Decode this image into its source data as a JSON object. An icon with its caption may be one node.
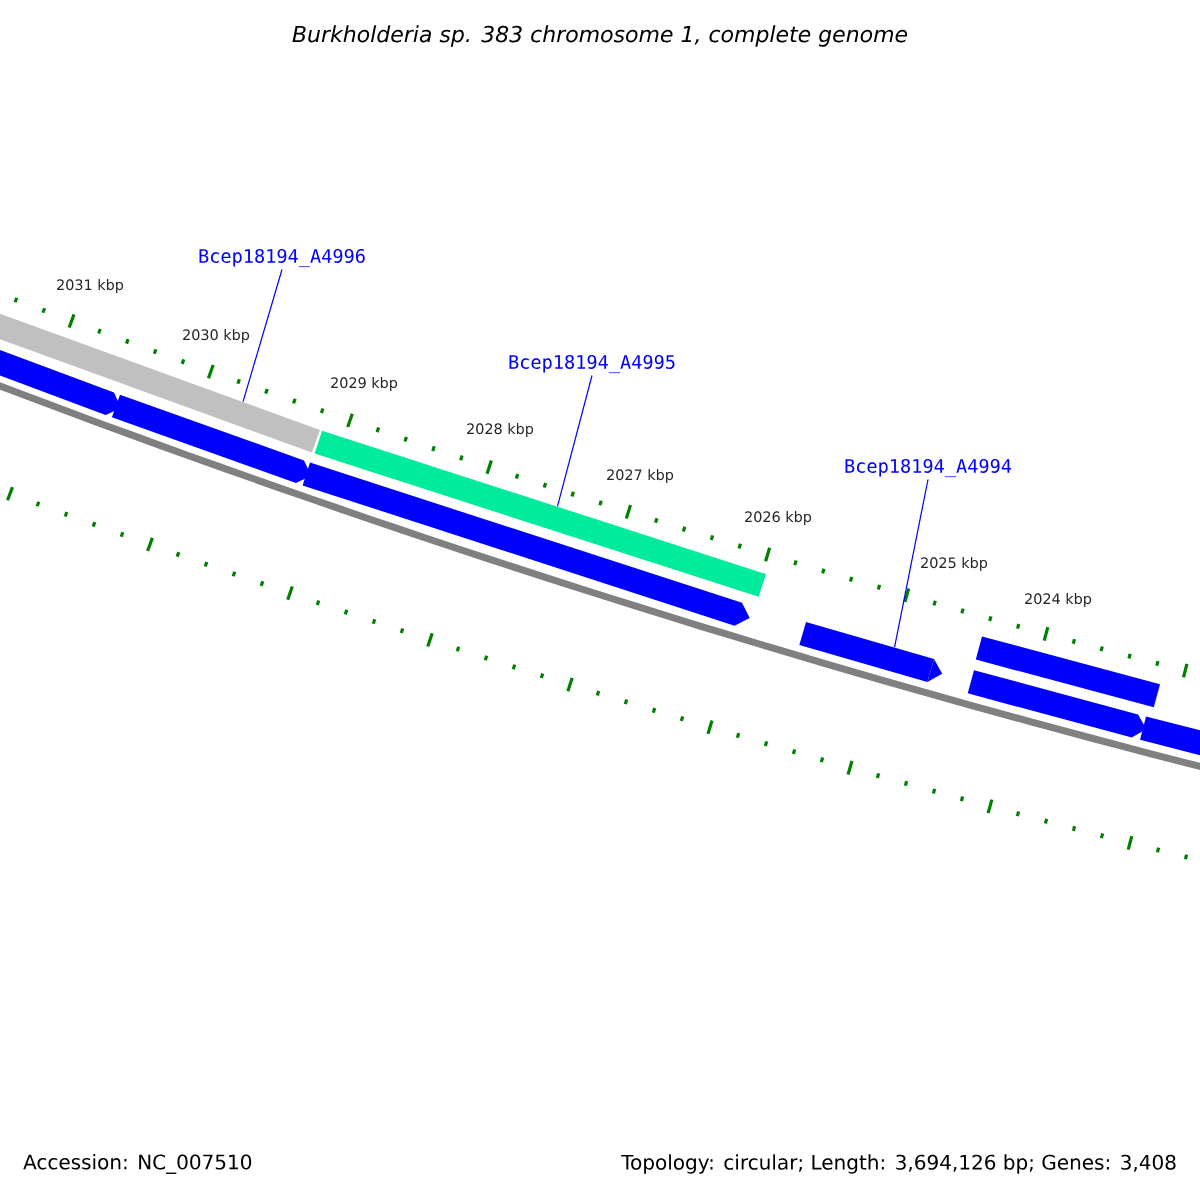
{
  "diagram": {
    "title": "Burkholderia sp. 383 chromosome 1, complete genome",
    "nodes": [
      {
        "text": [
          "Bcep18194_A4996"
        ]
      },
      {
        "text": [],
        "shape": "bar"
      },
      {
        "text": [
          "Bcep18194_A4995"
        ]
      },
      {
        "text": [],
        "shape": "bar"
      },
      {
        "text": [
          "Bcep18194_A4994"
        ]
      },
      {
        "text": [],
        "shape": "bar"
      }
    ],
    "edges": [
      {
        "from": 0,
        "to": 1,
        "arrow": "none"
      },
      {
        "from": 2,
        "to": 3,
        "arrow": "none"
      },
      {
        "from": 4,
        "to": 5,
        "arrow": "none"
      }
    ],
    "labels": [
      "2031 kbp",
      "2030 kbp",
      "2029 kbp",
      "2028 kbp",
      "2027 kbp",
      "2026 kbp",
      "2025 kbp",
      "2024 kbp",
      "Accession: NC_007510",
      "Topology: circular; Length: 3,694,126 bp; Genes: 3,408"
    ]
  }
}
